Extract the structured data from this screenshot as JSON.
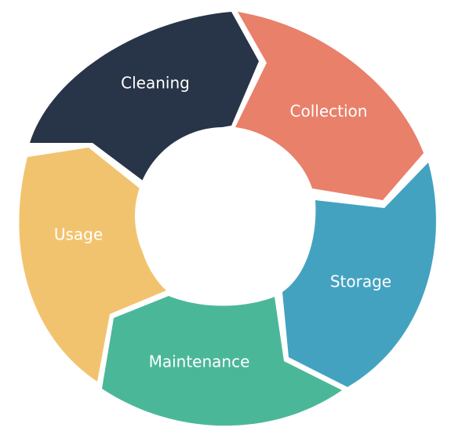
{
  "diagram": {
    "stages": [
      {
        "label": "Cleaning",
        "color": "#283447"
      },
      {
        "label": "Collection",
        "color": "#E9806A"
      },
      {
        "label": "Storage",
        "color": "#44A2C1"
      },
      {
        "label": "Maintenance",
        "color": "#4BB799"
      },
      {
        "label": "Usage",
        "color": "#F2C36E"
      }
    ],
    "center_color": "#ffffff"
  }
}
